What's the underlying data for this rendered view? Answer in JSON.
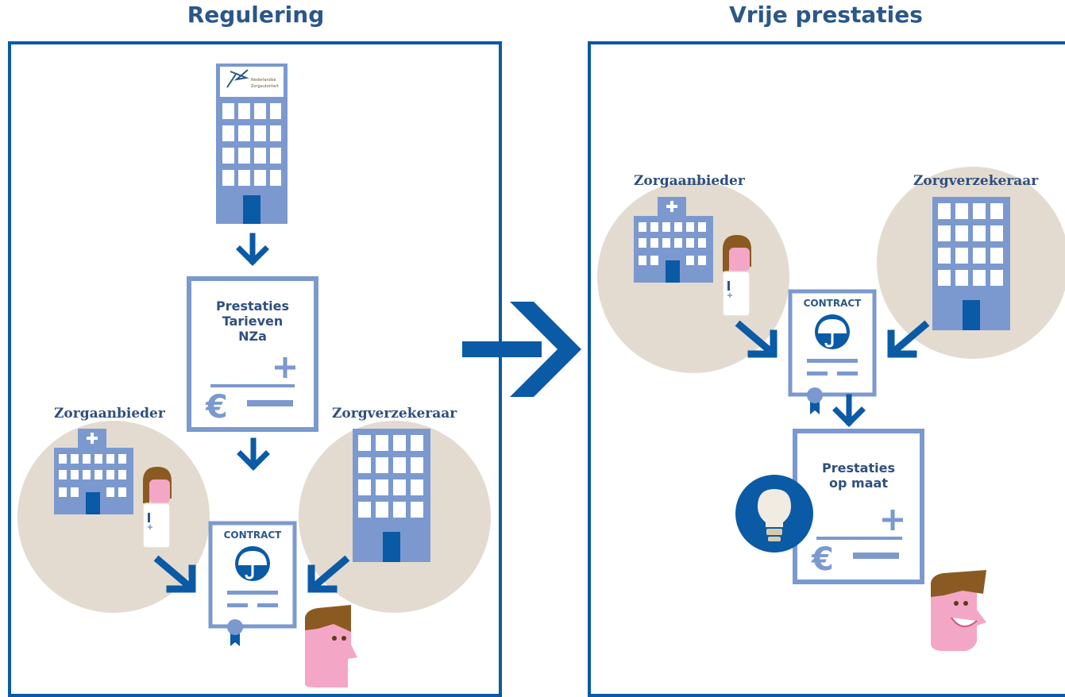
{
  "headings": {
    "left": "Regulering",
    "right": "Vrije prestaties"
  },
  "left": {
    "doc_lines": [
      "Prestaties",
      "Tarieven",
      "NZa"
    ],
    "provider_label": "Zorgaanbieder",
    "insurer_label": "Zorgverzekeraar",
    "contract_label": "CONTRACT",
    "logo_text": [
      "Nederlandse",
      "Zorgautoriteit"
    ]
  },
  "right": {
    "provider_label": "Zorgaanbieder",
    "insurer_label": "Zorgverzekeraar",
    "contract_label": "CONTRACT",
    "doc_lines": [
      "Prestaties",
      "op maat"
    ]
  },
  "colors": {
    "frame": "#0a5aa6",
    "building": "#7b99cf",
    "door": "#0a5aa6",
    "circle": "#e3dbd0",
    "arrow": "#0a5aa6",
    "heading": "#2b5789",
    "skin": "#f4a6c6",
    "hair": "#8a5a22"
  },
  "icons": [
    "building-icon",
    "arrow-down-icon",
    "document-icon",
    "euro-icon",
    "plus-icon",
    "hospital-icon",
    "doctor-icon",
    "contract-icon",
    "umbrella-icon",
    "seal-icon",
    "person-icon",
    "lightbulb-icon",
    "arrow-right-icon"
  ]
}
